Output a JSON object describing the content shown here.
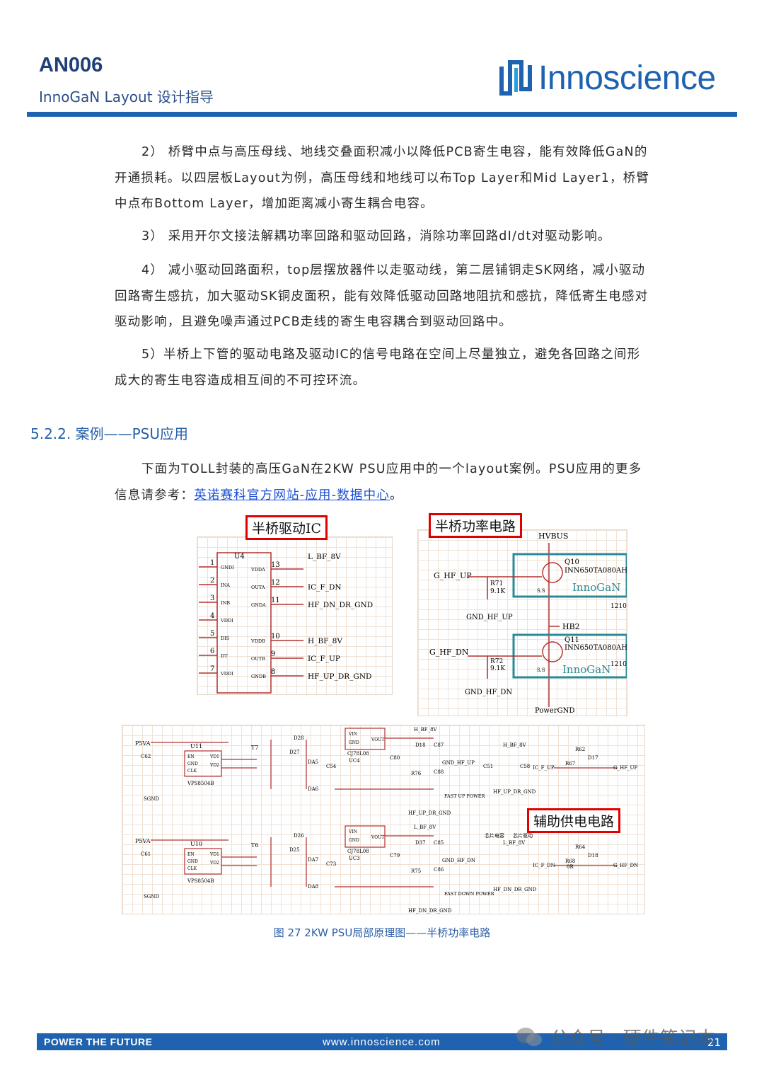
{
  "header": {
    "doc_id": "AN006",
    "doc_subtitle": "InnoGaN Layout 设计指导",
    "logo_text": "Innoscience"
  },
  "paragraphs": [
    "2） 桥臂中点与高压母线、地线交叠面积减小以降低PCB寄生电容，能有效降低GaN的开通损耗。以四层板Layout为例，高压母线和地线可以布Top Layer和Mid Layer1，桥臂中点布Bottom Layer，增加距离减小寄生耦合电容。",
    "3） 采用开尔文接法解耦功率回路和驱动回路，消除功率回路dI/dt对驱动影响。",
    "4） 减小驱动回路面积，top层摆放器件以走驱动线，第二层铺铜走SK网络，减小驱动回路寄生感抗，加大驱动SK铜皮面积，能有效降低驱动回路地阻抗和感抗，降低寄生电感对驱动影响，且避免噪声通过PCB走线的寄生电容耦合到驱动回路中。",
    "5）半桥上下管的驱动电路及驱动IC的信号电路在空间上尽量独立，避免各回路之间形成大的寄生电容造成相互间的不可控环流。"
  ],
  "section": {
    "title": "5.2.2. 案例——PSU应用",
    "intro": "下面为TOLL封装的高压GaN在2KW PSU应用中的一个layout案例。PSU应用的更多信息请参考：",
    "link_text": "英诺赛科官方网站-应用-数据中心",
    "intro_end": "。"
  },
  "figure": {
    "label_driver": "半桥驱动IC",
    "label_power": "半桥功率电路",
    "label_aux": "辅助供电电路",
    "caption": "图 27 2KW PSU局部原理图——半桥功率电路",
    "driver": {
      "ic_ref": "U4",
      "left_pins": [
        {
          "num": "1",
          "name": "GNDI"
        },
        {
          "num": "2",
          "name": "INA"
        },
        {
          "num": "3",
          "name": "INB"
        },
        {
          "num": "4",
          "name": "VDDI"
        },
        {
          "num": "5",
          "name": "DIS"
        },
        {
          "num": "6",
          "name": "DT"
        },
        {
          "num": "7",
          "name": "VDDI"
        }
      ],
      "right_pins": [
        {
          "num": "13",
          "name": "VDDA",
          "net": "L_BF_8V"
        },
        {
          "num": "12",
          "name": "OUTA",
          "net": "IC_F_DN"
        },
        {
          "num": "11",
          "name": "GNDA",
          "net": "HF_DN_DR_GND"
        },
        {
          "num": "10",
          "name": "VDDB",
          "net": "H_BF_8V"
        },
        {
          "num": "9",
          "name": "OUTB",
          "net": "IC_F_UP"
        },
        {
          "num": "8",
          "name": "GNDB",
          "net": "HF_UP_DR_GND"
        }
      ]
    },
    "power": {
      "hvbus": "HVBUS",
      "q10": "Q10",
      "q11": "Q11",
      "part": "INN650TA080AH",
      "brand": "InnoGaN",
      "pkg": "1210",
      "g_up": "G_HF_UP",
      "g_dn": "G_HF_DN",
      "r71": "R71",
      "r72": "R72",
      "rval": "9.1K",
      "gnd_up": "GND_HF_UP",
      "gnd_dn": "GND_HF_DN",
      "hb2": "HB2",
      "pgnd": "PowerGND",
      "ss": "S.S"
    },
    "aux": {
      "top": {
        "p5va": "P5VA",
        "c": "C62",
        "u": "U11",
        "ic": "VPS8504B",
        "t": "T7",
        "d1": "D28",
        "d2": "D27",
        "da1": "DA5",
        "da2": "DA6",
        "c2": "C54",
        "uc": "UC4",
        "uc_part": "CJ78L08",
        "vin": "VIN",
        "gnd": "GND",
        "vout": "VOUT",
        "c3": "C80",
        "d3": "D18",
        "c4": "C87",
        "r": "R76",
        "c5": "C88",
        "rail": "H_BF_8V",
        "gndlabel": "GND_HF_UP",
        "pwr": "FAST UP POWER",
        "drgnd": "HF_UP_DR_GND",
        "rail2": "H_BF_8V",
        "c6": "C51",
        "c7": "C58",
        "icnet": "IC_F_UP",
        "r2": "R67",
        "r3": "R62",
        "d4": "D17",
        "gnet": "G_HF_UP",
        "drgnd2": "HF_UP_DR_GND",
        "sgnd": "SGND"
      },
      "bottom": {
        "p5va": "P5VA",
        "c": "C61",
        "u": "U10",
        "ic": "VPS8504B",
        "t": "T6",
        "d1": "D26",
        "d2": "D25",
        "da1": "DA7",
        "da2": "DA8",
        "c2": "C73",
        "uc": "UC3",
        "uc_part": "CJ78L08",
        "vin": "VIN",
        "gnd": "GND",
        "vout": "VOUT",
        "c3": "C79",
        "d3": "D37",
        "c4": "C85",
        "r": "R75",
        "c5": "C86",
        "rail": "L_BF_8V",
        "gndlabel": "GND_HF_DN",
        "pwr": "FAST DOWN POWER",
        "drgnd": "HF_DN_DR_GND",
        "rail2": "L_BF_8V",
        "chip1": "芯片电容",
        "chip2": "芯片驱动",
        "icnet": "IC_F_DN",
        "r2": "R68",
        "r2v": "0R",
        "r3": "R64",
        "d4": "D18",
        "gnet": "G_HF_DN",
        "drgnd2": "HF_DN_DR_GND",
        "sgnd": "SGND"
      },
      "pins": {
        "en": "EN",
        "gnd": "GND",
        "clk": "CLK",
        "vd1": "VD1",
        "vd2": "VD2"
      }
    }
  },
  "footer": {
    "slogan": "POWER THE FUTURE",
    "url": "www.innoscience.com",
    "page": "21",
    "watermark": "公众号 · 硬件笔记本"
  }
}
